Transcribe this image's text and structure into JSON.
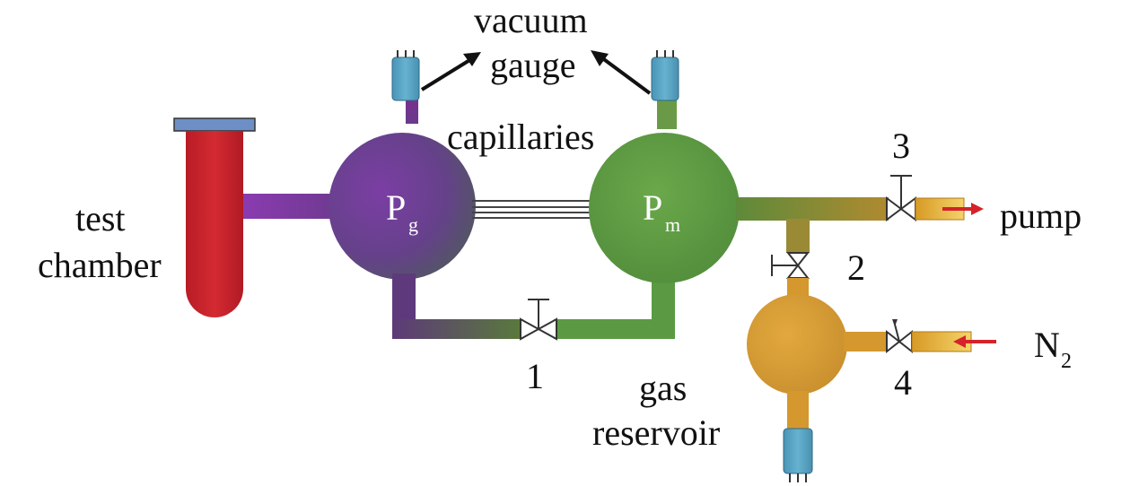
{
  "labels": {
    "vacuum": "vacuum",
    "gauge": "gauge",
    "capillaries": "capillaries",
    "test": "test",
    "chamber": "chamber",
    "pg_main": "P",
    "pg_sub": "g",
    "pm_main": "P",
    "pm_sub": "m",
    "valve_1": "1",
    "valve_2": "2",
    "valve_3": "3",
    "valve_4": "4",
    "pump": "pump",
    "n2_main": "N",
    "n2_sub": "2",
    "gas": "gas",
    "reservoir": "reservoir"
  },
  "colors": {
    "test_chamber": "#cf2230",
    "chamber_cap": "#6e8fc6",
    "pg_vessel": "#6a3a8c",
    "pm_vessel": "#5f9a45",
    "reservoir": "#d9a13a",
    "gauge": "#5aa3c4",
    "pump_port": "#e8b030",
    "arrow_red": "#d4232a"
  }
}
